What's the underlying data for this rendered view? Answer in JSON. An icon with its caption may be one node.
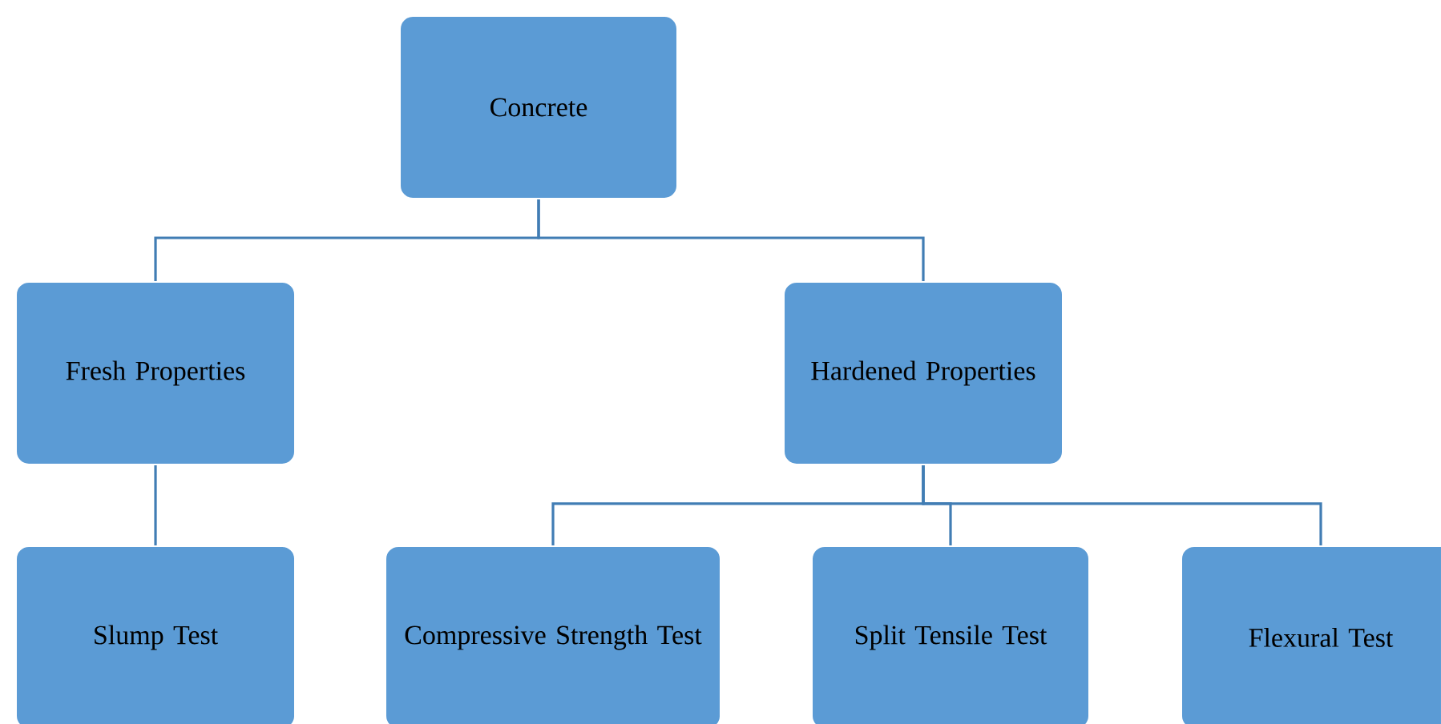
{
  "diagram": {
    "nodes": [
      {
        "text": [
          "Concrete"
        ]
      },
      {
        "text": [
          "Fresh Properties"
        ]
      },
      {
        "text": [
          "Hardened Properties"
        ]
      },
      {
        "text": [
          "Slump Test"
        ]
      },
      {
        "text": [
          "Compressive Strength Test"
        ]
      },
      {
        "text": [
          "Split Tensile Test"
        ]
      },
      {
        "text": [
          "Flexural Test"
        ]
      }
    ],
    "edges": [
      {
        "from": 0,
        "to": 1,
        "arrow": "none"
      },
      {
        "from": 0,
        "to": 2,
        "arrow": "none"
      },
      {
        "from": 1,
        "to": 3,
        "arrow": "none"
      },
      {
        "from": 2,
        "to": 4,
        "arrow": "none"
      },
      {
        "from": 2,
        "to": 5,
        "arrow": "none"
      },
      {
        "from": 2,
        "to": 6,
        "arrow": "none"
      }
    ]
  }
}
